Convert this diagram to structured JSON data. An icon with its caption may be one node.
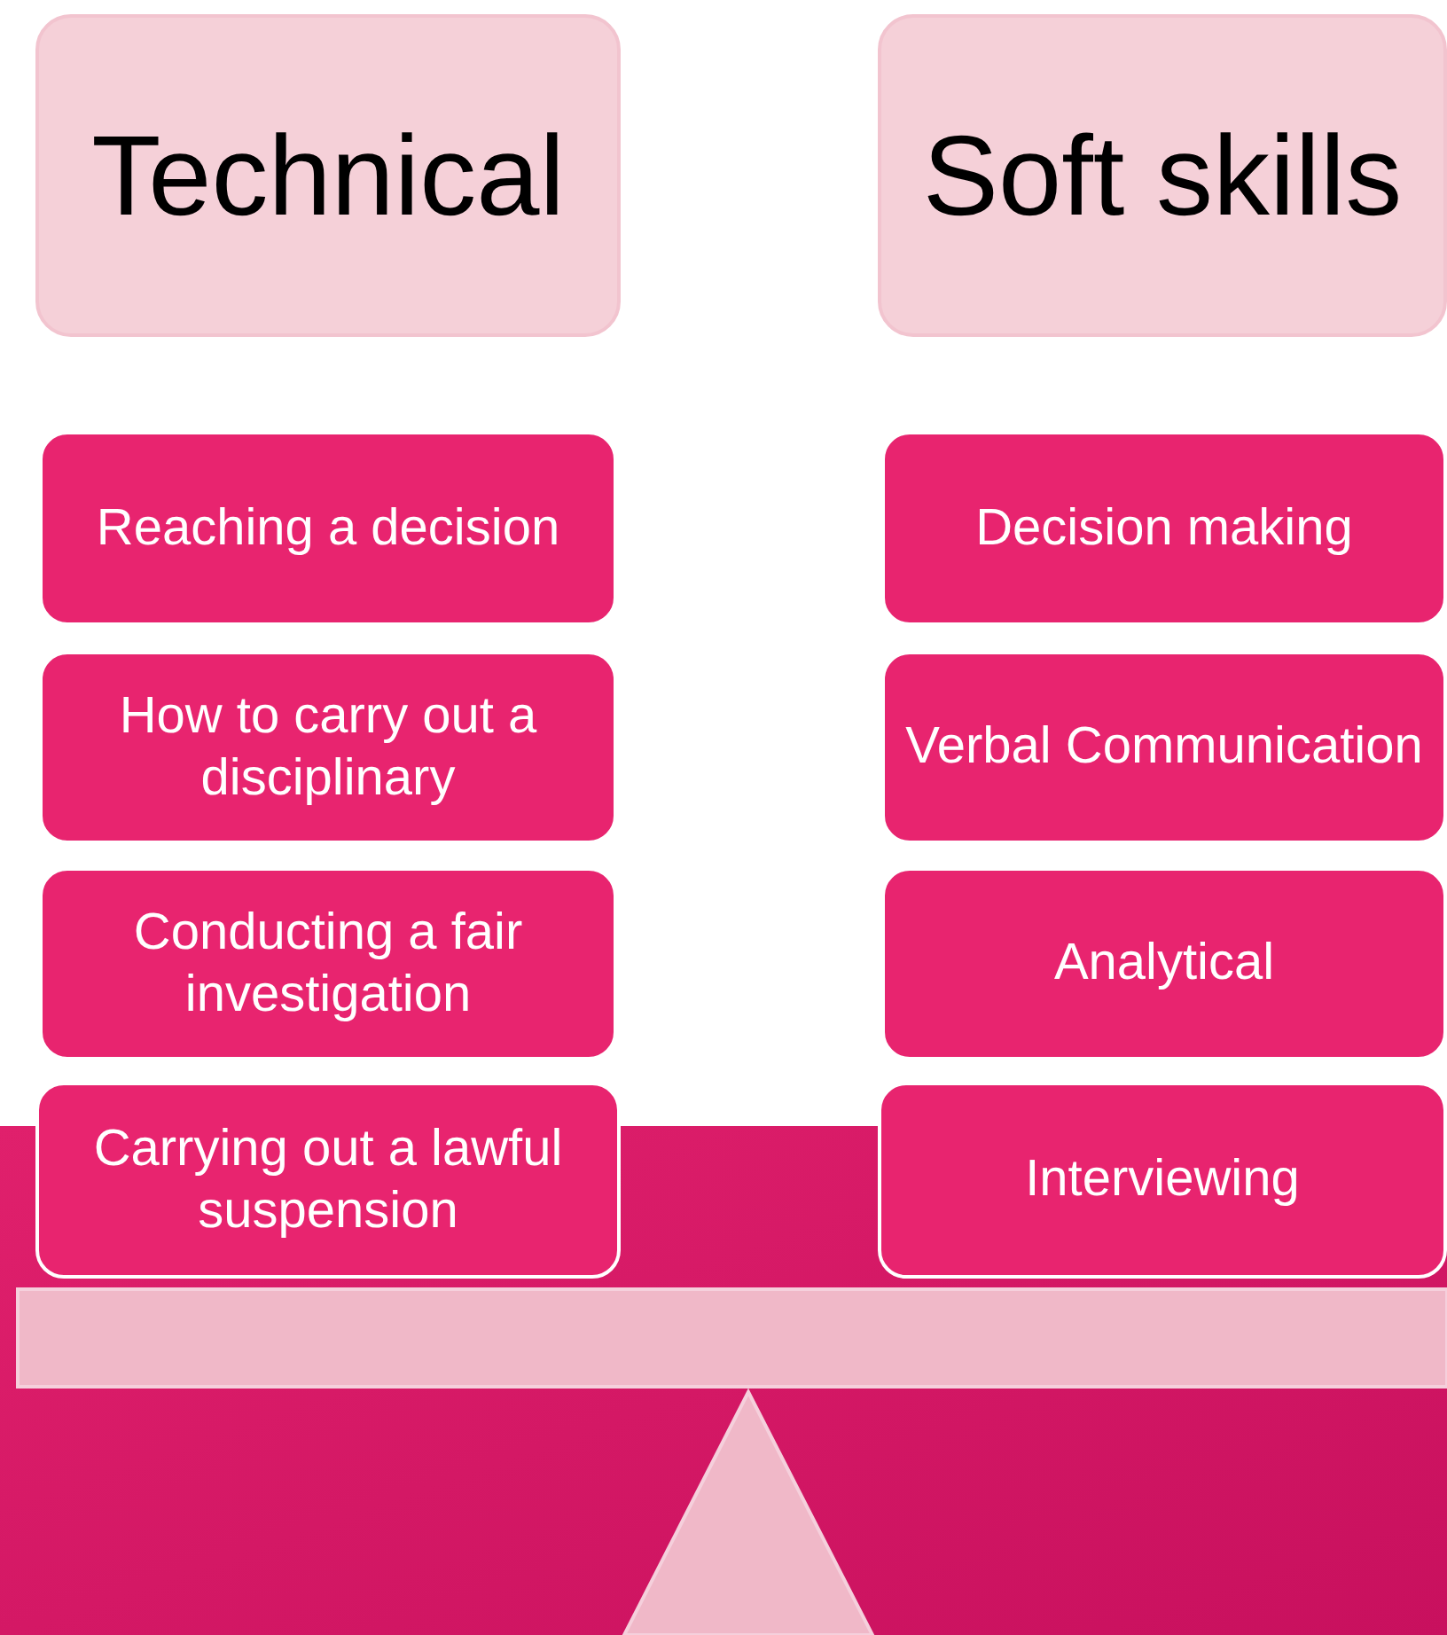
{
  "diagram": {
    "nodes": [
      {
        "text": [
          "Technical"
        ]
      },
      {
        "text": [
          "Soft skills"
        ]
      },
      {
        "text": [
          "Reaching a decision"
        ]
      },
      {
        "text": [
          "How to carry out a disciplinary"
        ]
      },
      {
        "text": [
          "Conducting a fair investigation"
        ]
      },
      {
        "text": [
          "Carrying out a lawful suspension"
        ]
      },
      {
        "text": [
          "Decision making"
        ]
      },
      {
        "text": [
          "Verbal Communication"
        ]
      },
      {
        "text": [
          "Analytical"
        ]
      },
      {
        "text": [
          "Interviewing"
        ]
      }
    ]
  }
}
